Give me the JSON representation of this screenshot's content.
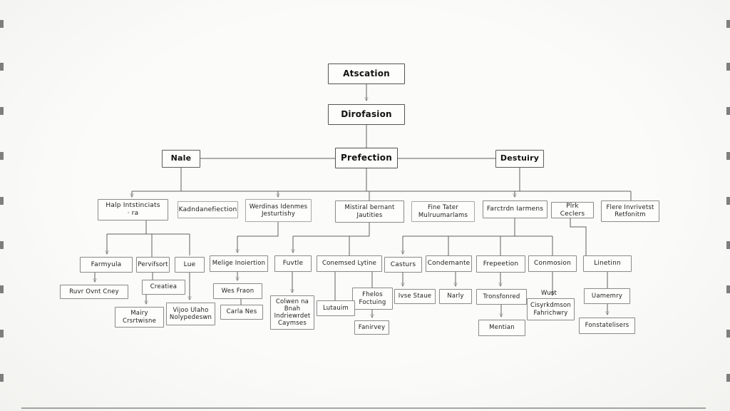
{
  "diagram": {
    "type": "flowchart-hierarchy",
    "background_color": "#f7f7f5",
    "line_color": "#4a4a4a",
    "box_fill": "#fdfdfc",
    "box_border": "#8d8d8d",
    "nodes": {
      "atscation": {
        "label": "Atscation"
      },
      "dirofasion": {
        "label": "Dirofasion"
      },
      "prefection": {
        "label": "Prefection"
      },
      "nale": {
        "label": "Nale"
      },
      "destuiry": {
        "label": "Destuiry"
      },
      "halp": {
        "label": "Halp Intstinciats\n· ra"
      },
      "kadndanefiection": {
        "label": "Kadndanefiection"
      },
      "werdinas": {
        "label": "Werdinas Idenmes\nJesturtishy"
      },
      "mistiral": {
        "label": "Mistiral bernant\nJautities"
      },
      "fine_tater": {
        "label": "Fine Tater\nMulruumarlams"
      },
      "farctrdn": {
        "label": "Farctrdn Iarmens"
      },
      "plrtk": {
        "label": "Plrk Ceclers"
      },
      "flere": {
        "label": "Flere Invrivetst\nRetfonitm"
      },
      "farmyula": {
        "label": "Farmyula"
      },
      "pervifsort": {
        "label": "Pervifsort"
      },
      "lue": {
        "label": "Lue"
      },
      "melige": {
        "label": "Melige Inoiertion"
      },
      "fuvtle": {
        "label": "Fuvtle"
      },
      "conemsed": {
        "label": "Conemsed Lytine"
      },
      "casturs": {
        "label": "Casturs"
      },
      "condemante": {
        "label": "Condemante"
      },
      "frepeetion": {
        "label": "Frepeetion"
      },
      "conmosion": {
        "label": "Conmosion"
      },
      "linetinn": {
        "label": "Linetinn"
      },
      "ruvr": {
        "label": "Ruvr Ovnt Cney"
      },
      "creatiea": {
        "label": "Creatiea"
      },
      "wes_fraon": {
        "label": "Wes Fraon"
      },
      "fhelos": {
        "label": "Fhelos\nFoctuing"
      },
      "ivse_staue": {
        "label": "Ivse Staue"
      },
      "narly": {
        "label": "Narly"
      },
      "tronsfonred": {
        "label": "Tronsfonred"
      },
      "wust": {
        "label": "Wust"
      },
      "cisyrkdmson": {
        "label": "Cisyrkdmson\nFahrichwry"
      },
      "uamemry": {
        "label": "Uamemry"
      },
      "mairy": {
        "label": "Mairy\nCrsrtwisne"
      },
      "vijoo": {
        "label": "Vijoo Ulaho\nNolypedeswn"
      },
      "carla_nes": {
        "label": "Carla Nes"
      },
      "colwen": {
        "label": "Colwen na\nBnah\nIndriewrdet\nCaymses"
      },
      "lutauim": {
        "label": "Lutauim"
      },
      "fanirvey": {
        "label": "Fanirvey"
      },
      "mentian": {
        "label": "Mentian"
      },
      "fonstatelisers": {
        "label": "Fonstatelisers"
      }
    },
    "edges": [
      {
        "from": "atscation",
        "to": "dirofasion"
      },
      {
        "from": "dirofasion",
        "to": "prefection"
      },
      {
        "from": "prefection",
        "to": "nale"
      },
      {
        "from": "prefection",
        "to": "destuiry"
      },
      {
        "from": "prefection",
        "to": "halp"
      },
      {
        "from": "prefection",
        "to": "werdinas"
      },
      {
        "from": "prefection",
        "to": "mistiral"
      },
      {
        "from": "prefection",
        "to": "farctrdn"
      },
      {
        "from": "prefection",
        "to": "flere"
      },
      {
        "from": "halp",
        "to": "farmyula"
      },
      {
        "from": "halp",
        "to": "pervifsort"
      },
      {
        "from": "halp",
        "to": "lue"
      },
      {
        "from": "werdinas",
        "to": "melige"
      },
      {
        "from": "mistiral",
        "to": "fuvtle"
      },
      {
        "from": "mistiral",
        "to": "conemsed"
      },
      {
        "from": "farctrdn",
        "to": "casturs"
      },
      {
        "from": "farctrdn",
        "to": "condemante"
      },
      {
        "from": "farctrdn",
        "to": "frepeetion"
      },
      {
        "from": "farctrdn",
        "to": "conmosion"
      },
      {
        "from": "plrtk",
        "to": "linetinn"
      },
      {
        "from": "farmyula",
        "to": "ruvr"
      },
      {
        "from": "pervifsort",
        "to": "creatiea"
      },
      {
        "from": "creatiea",
        "to": "mairy"
      },
      {
        "from": "lue",
        "to": "vijoo"
      },
      {
        "from": "melige",
        "to": "wes_fraon"
      },
      {
        "from": "wes_fraon",
        "to": "carla_nes"
      },
      {
        "from": "fuvtle",
        "to": "colwen"
      },
      {
        "from": "conemsed",
        "to": "lutauim"
      },
      {
        "from": "conemsed",
        "to": "fhelos"
      },
      {
        "from": "fhelos",
        "to": "fanirvey"
      },
      {
        "from": "casturs",
        "to": "ivse_staue"
      },
      {
        "from": "condemante",
        "to": "narly"
      },
      {
        "from": "frepeetion",
        "to": "tronsfonred"
      },
      {
        "from": "tronsfonred",
        "to": "mentian"
      },
      {
        "from": "conmosion",
        "to": "cisyrkdmson"
      },
      {
        "from": "linetinn",
        "to": "uamemry"
      },
      {
        "from": "uamemry",
        "to": "fonstatelisers"
      }
    ]
  }
}
